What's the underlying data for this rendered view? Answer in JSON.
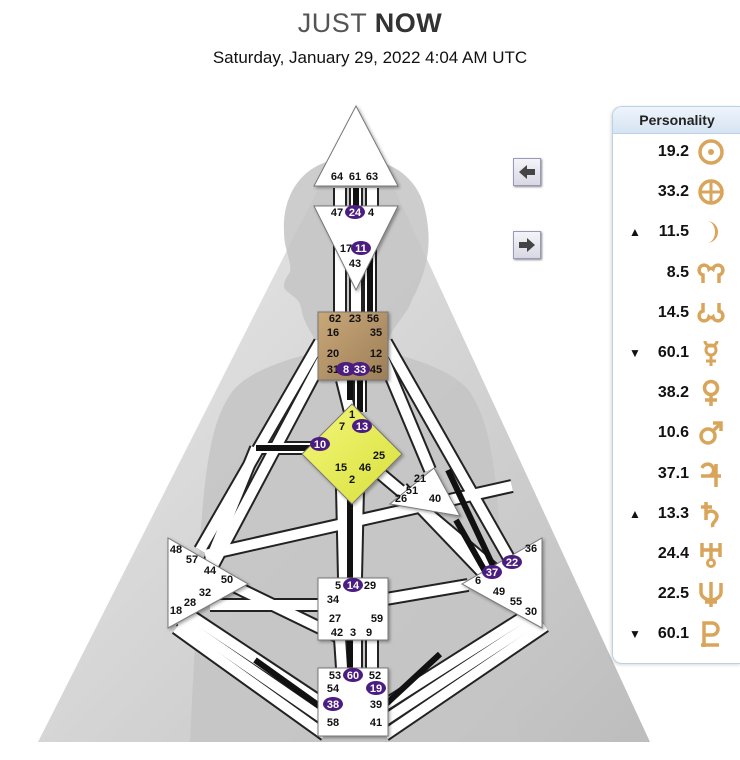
{
  "header": {
    "title_light": "JUST",
    "title_bold": "NOW",
    "datetime": "Saturday, January 29, 2022 4:04 AM UTC"
  },
  "panel": {
    "title": "Personality",
    "rows": [
      {
        "arrow": "",
        "value": "19.2",
        "icon": "sun-icon"
      },
      {
        "arrow": "",
        "value": "33.2",
        "icon": "earth-icon"
      },
      {
        "arrow": "▲",
        "value": "11.5",
        "icon": "moon-icon"
      },
      {
        "arrow": "",
        "value": "8.5",
        "icon": "north-node-icon"
      },
      {
        "arrow": "",
        "value": "14.5",
        "icon": "south-node-icon"
      },
      {
        "arrow": "▼",
        "value": "60.1",
        "icon": "mercury-icon"
      },
      {
        "arrow": "",
        "value": "38.2",
        "icon": "venus-icon"
      },
      {
        "arrow": "",
        "value": "10.6",
        "icon": "mars-icon"
      },
      {
        "arrow": "",
        "value": "37.1",
        "icon": "jupiter-icon"
      },
      {
        "arrow": "▲",
        "value": "13.3",
        "icon": "saturn-icon"
      },
      {
        "arrow": "",
        "value": "24.4",
        "icon": "uranus-icon"
      },
      {
        "arrow": "",
        "value": "22.5",
        "icon": "neptune-icon"
      },
      {
        "arrow": "▼",
        "value": "60.1",
        "icon": "pluto-icon"
      }
    ]
  },
  "colors": {
    "activated_gate": "#4b1d80",
    "ajna_center": "#b0926a",
    "g_center": "#e8ee5a",
    "undefined_center": "#ffffff",
    "channel_line": "#111111",
    "planet_glyph": "#d8a55a"
  },
  "gates": {
    "head": [
      "64",
      "61",
      "63"
    ],
    "ajna": [
      "47",
      "24",
      "4",
      "17",
      "11",
      "43"
    ],
    "throat": [
      "62",
      "23",
      "56",
      "16",
      "35",
      "20",
      "12",
      "31",
      "8",
      "33",
      "45"
    ],
    "g": [
      "1",
      "7",
      "13",
      "10",
      "25",
      "15",
      "46",
      "2"
    ],
    "heart": [
      "21",
      "51",
      "26",
      "40"
    ],
    "spleen": [
      "48",
      "57",
      "44",
      "50",
      "32",
      "28",
      "18"
    ],
    "solar_plexus": [
      "36",
      "22",
      "37",
      "6",
      "49",
      "55",
      "30"
    ],
    "sacral": [
      "5",
      "14",
      "29",
      "34",
      "27",
      "59",
      "42",
      "3",
      "9"
    ],
    "root": [
      "53",
      "60",
      "52",
      "54",
      "19",
      "38",
      "39",
      "58",
      "41"
    ],
    "activated": [
      "24",
      "11",
      "8",
      "33",
      "13",
      "10",
      "37",
      "22",
      "14",
      "60",
      "19",
      "38"
    ]
  }
}
